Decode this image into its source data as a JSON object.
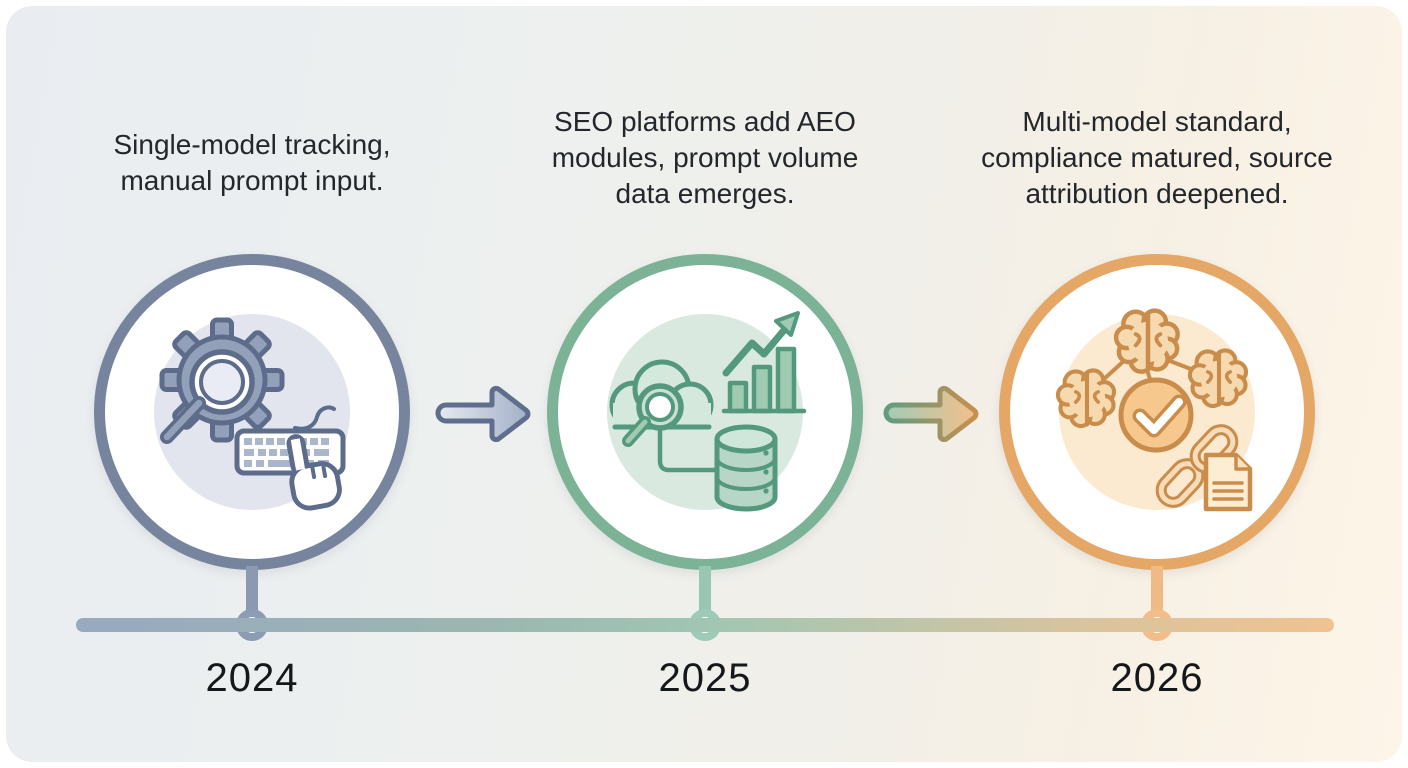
{
  "background": {
    "left_color": "#e9edf2",
    "middle_color": "#eef1ee",
    "right_color": "#fdf5e8"
  },
  "timeline": {
    "bar_colors": [
      "#98a9c0",
      "#a0c6b3",
      "#f0c291"
    ],
    "node_fill": "#ffffff"
  },
  "milestones": [
    {
      "year": "2024",
      "lines": [
        "Single-model tracking,",
        "manual prompt input."
      ],
      "description": "Single-model tracking, manual prompt input.",
      "accent": "#76849e",
      "node_color": "#8c9cb4",
      "icon": "gear-search-keyboard-icon",
      "icon_stroke": "#5d6c8a"
    },
    {
      "year": "2025",
      "lines": [
        "SEO platforms add AEO",
        "modules, prompt volume",
        "data emerges."
      ],
      "description": "SEO platforms add AEO modules, prompt volume data emerges.",
      "accent": "#7cb296",
      "node_color": "#9ecbb7",
      "icon": "cloud-search-chart-database-icon",
      "icon_stroke": "#54997d"
    },
    {
      "year": "2026",
      "lines": [
        "Multi-model standard,",
        "compliance matured, source",
        "attribution deepened."
      ],
      "description": "Multi-model standard, compliance matured, source attribution deepened.",
      "accent": "#e5a766",
      "node_color": "#f2bd89",
      "icon": "brains-check-link-document-icon",
      "icon_stroke": "#c98c4b"
    }
  ],
  "arrows": [
    {
      "name": "arrow-2024-to-2025",
      "colors": [
        "#a3b0c8",
        "#e6eaf1"
      ]
    },
    {
      "name": "arrow-2025-to-2026",
      "colors": [
        "#a3cbb7",
        "#f2c08a"
      ]
    }
  ]
}
